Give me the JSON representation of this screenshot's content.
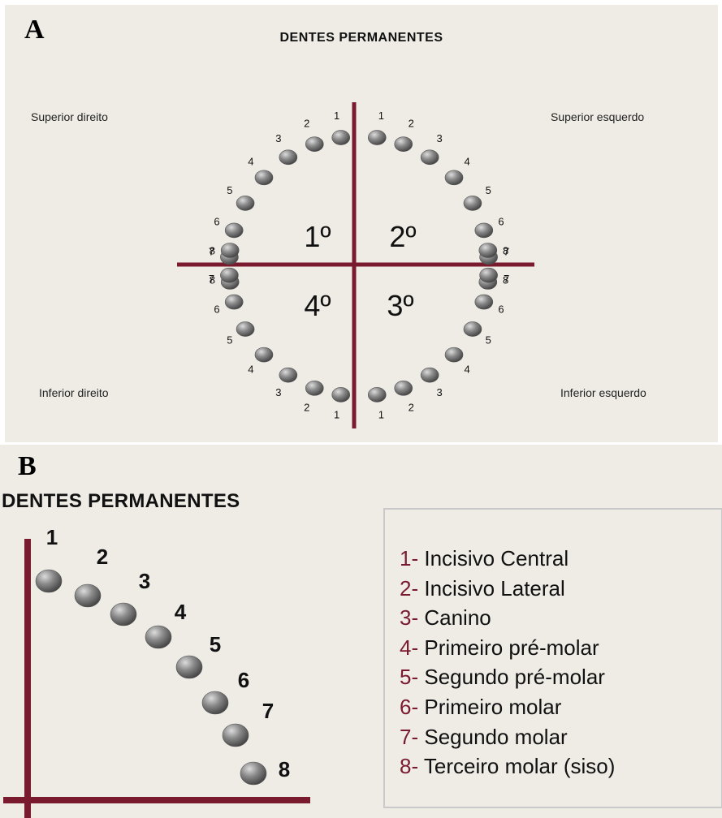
{
  "panel_a": {
    "letter": "A",
    "title": "DENTES PERMANENTES",
    "quadrant_labels": {
      "upper_right": "Superior direito",
      "upper_left": "Superior esquerdo",
      "lower_right": "Inferior direito",
      "lower_left": "Inferior esquerdo"
    },
    "quadrant_numbers": [
      "1º",
      "2º",
      "3º",
      "4º"
    ],
    "tooth_numbers": [
      "1",
      "2",
      "3",
      "4",
      "5",
      "6",
      "7",
      "8"
    ]
  },
  "panel_b": {
    "letter": "B",
    "title": "DENTES PERMANENTES",
    "tooth_numbers": [
      "1",
      "2",
      "3",
      "4",
      "5",
      "6",
      "7",
      "8"
    ],
    "legend": [
      {
        "num": "1-",
        "name": "Incisivo Central"
      },
      {
        "num": "2-",
        "name": "Incisivo Lateral"
      },
      {
        "num": "3-",
        "name": "Canino"
      },
      {
        "num": "4-",
        "name": "Primeiro pré-molar"
      },
      {
        "num": "5-",
        "name": "Segundo pré-molar"
      },
      {
        "num": "6-",
        "name": "Primeiro molar"
      },
      {
        "num": "7-",
        "name": "Segundo molar"
      },
      {
        "num": "8-",
        "name": "Terceiro molar (siso)"
      }
    ]
  },
  "colors": {
    "axis": "#7a1a2e",
    "background": "#efece6",
    "tooth_dark": "#555555",
    "tooth_light": "#d8d8d8"
  }
}
